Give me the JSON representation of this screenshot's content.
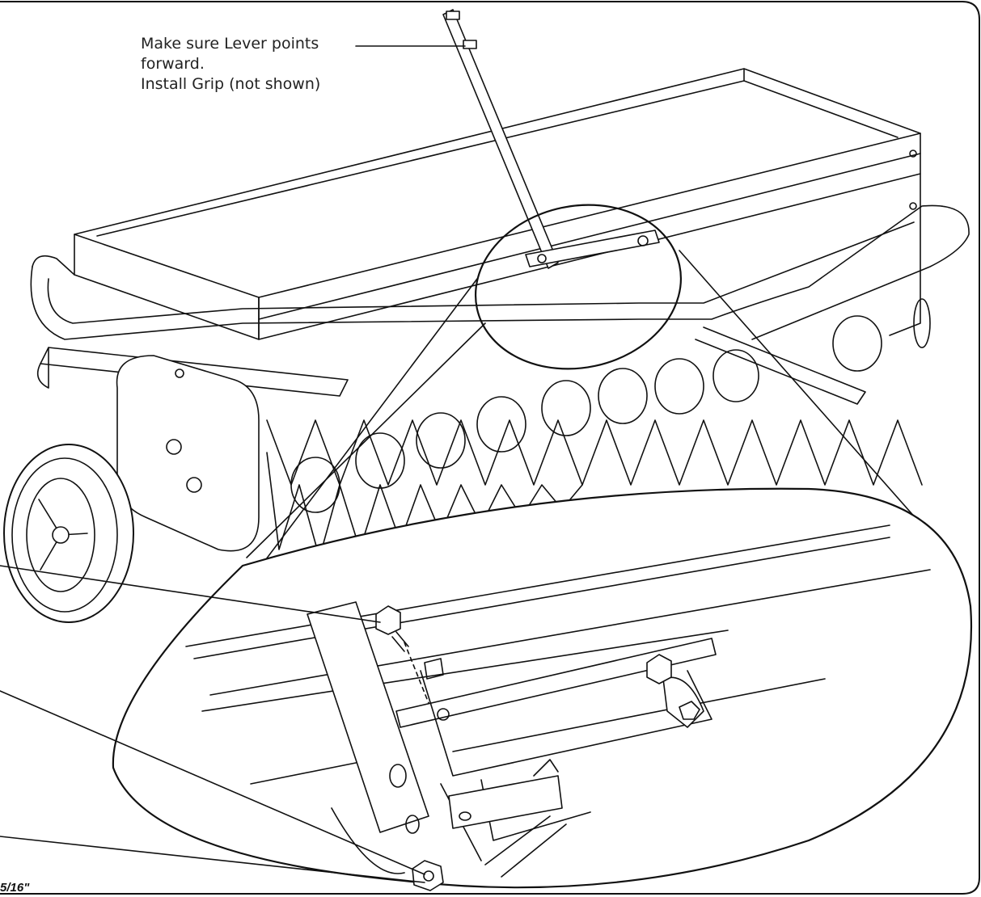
{
  "callout": {
    "line1": "Make sure Lever points",
    "line2": "forward.",
    "line3": "Install Grip (not shown)"
  },
  "size_label": "5/16\"",
  "icons": [
    "wheel-icon",
    "spike-wheel-icon",
    "bolt-icon",
    "nut-icon",
    "lever-icon"
  ]
}
